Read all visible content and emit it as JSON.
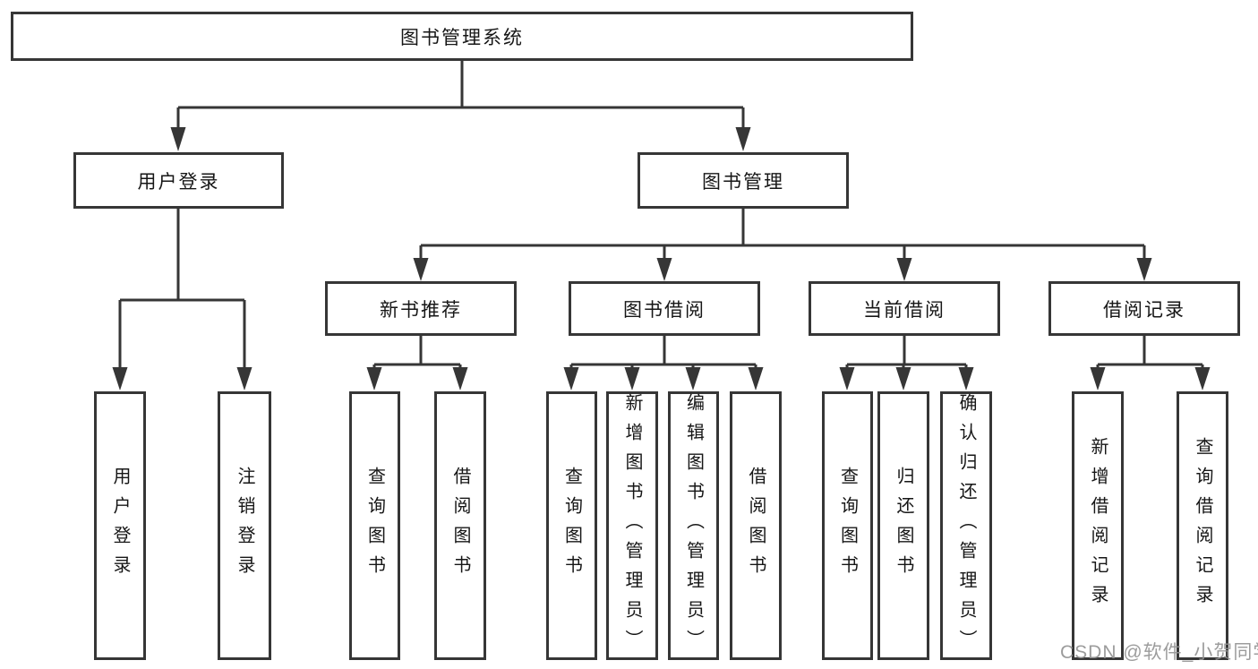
{
  "nodes": {
    "root": "图书管理系统",
    "user_login": {
      "label": "用户登录",
      "children": [
        "用户登录",
        "注销登录"
      ]
    },
    "book_management": {
      "label": "图书管理",
      "modules": [
        {
          "label": "新书推荐",
          "children": [
            "查询图书",
            "借阅图书"
          ]
        },
        {
          "label": "图书借阅",
          "children": [
            "查询图书",
            "新增图书（管理员）",
            "编辑图书（管理员）",
            "借阅图书"
          ]
        },
        {
          "label": "当前借阅",
          "children": [
            "查询图书",
            "归还图书",
            "确认归还（管理员）"
          ]
        },
        {
          "label": "借阅记录",
          "children": [
            "新增借阅记录",
            "查询借阅记录"
          ]
        }
      ]
    }
  },
  "watermark": {
    "text": "CSDN @软件_小贺同学",
    "color": "#949494"
  },
  "colors": {
    "line": "#363636",
    "text": "#161616",
    "background": "#ffffff"
  }
}
